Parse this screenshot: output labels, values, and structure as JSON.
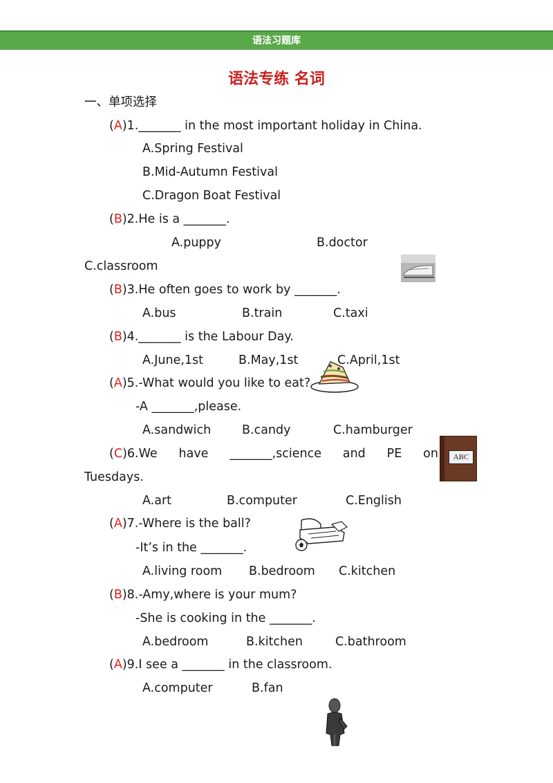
{
  "header": {
    "banner": "语法习题库"
  },
  "title": "语法专练  名词",
  "section": "一、单项选择",
  "q1": {
    "ans": "A",
    "text": "1._______  in the most important holiday in China.",
    "a": "A.Spring Festival",
    "b": "B.Mid-Autumn Festival",
    "c": "C.Dragon Boat Festival"
  },
  "q2": {
    "ans": "B",
    "text": "2.He is a _______.",
    "a": "A.puppy",
    "b": "B.doctor",
    "c": "C.classroom"
  },
  "q3": {
    "ans": "B",
    "text": "3.He often goes to work by _______.",
    "a": "A.bus",
    "b": "B.train",
    "c": "C.taxi"
  },
  "q4": {
    "ans": "B",
    "text": "4._______  is the Labour Day.",
    "a": "A.June,1st",
    "b": "B.May,1st",
    "c": "C.April,1st"
  },
  "q5": {
    "ans": "A",
    "text": "5.-What would you like to eat?",
    "line2": "-A _______,please.",
    "a": "A.sandwich",
    "b": "B.candy",
    "c": "C.hamburger"
  },
  "q6": {
    "ans": "C",
    "w1": "6.We",
    "w2": "have",
    "w3": "_______,science",
    "w4": "and",
    "w5": "PE",
    "w6": "on",
    "line2": "Tuesdays.",
    "a": "A.art",
    "b": "B.computer",
    "c": "C.English"
  },
  "q7": {
    "ans": "A",
    "text": "7.-Where is the ball?",
    "line2": "-It’s in the _______.",
    "a": "A.living room",
    "b": "B.bedroom",
    "c": "C.kitchen"
  },
  "q8": {
    "ans": "B",
    "text": "8.-Amy,where is your mum?",
    "line2": "-She is cooking in the _______.",
    "a": "A.bedroom",
    "b": "B.kitchen",
    "c": "C.bathroom"
  },
  "q9": {
    "ans": "A",
    "text": "9.I see a _______  in the classroom.",
    "a": "A.computer",
    "b": "B.fan"
  },
  "images": {
    "book_text": "ABC"
  }
}
